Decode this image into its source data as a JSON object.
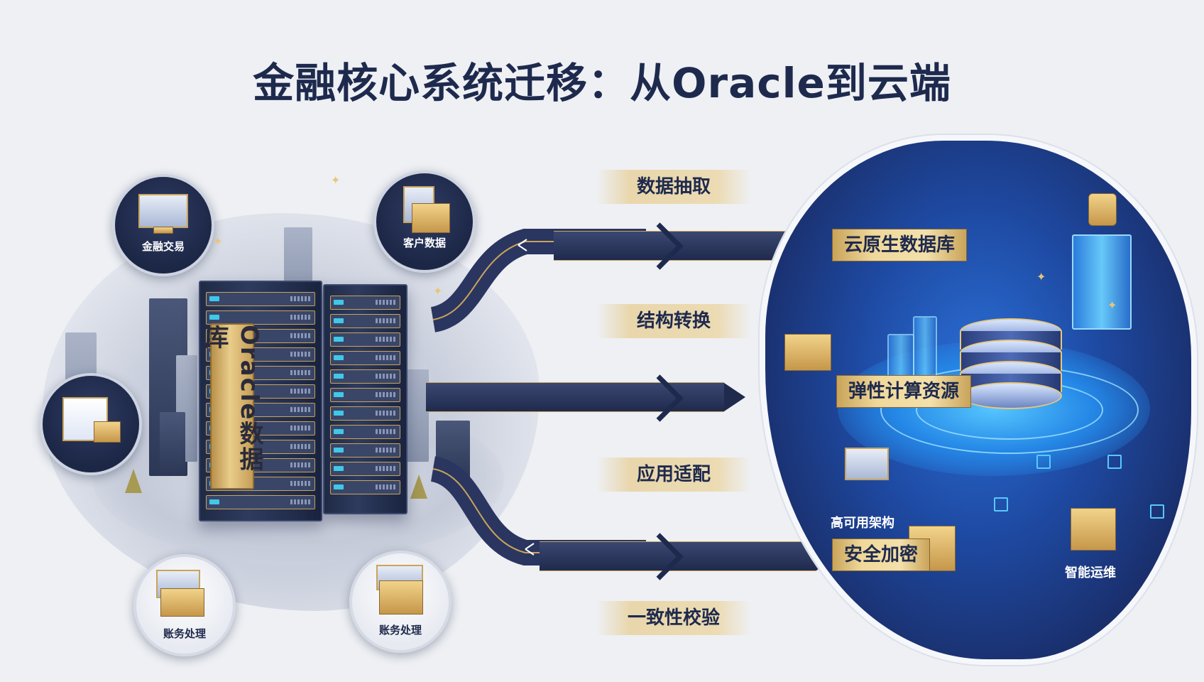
{
  "title": "金融核心系统迁移：从Oracle到云端",
  "source": {
    "database_label": "Oracle数据库",
    "bubbles": [
      {
        "label": "金融交易",
        "icon": "monitor-icon"
      },
      {
        "label": "客户数据",
        "icon": "data-box-icon"
      },
      {
        "label": "",
        "icon": "document-stack-icon"
      },
      {
        "label": "账务处理",
        "icon": "ledger-icon"
      },
      {
        "label": "账务处理",
        "icon": "ledger-box-icon"
      }
    ]
  },
  "stages": [
    {
      "label": "数据抽取"
    },
    {
      "label": "结构转换"
    },
    {
      "label": "应用适配"
    },
    {
      "label": "一致性校验"
    }
  ],
  "target": {
    "primary_labels": [
      "云原生数据库",
      "弹性计算资源",
      "安全加密"
    ],
    "secondary_labels": [
      "高可用架构",
      "智能运维"
    ]
  },
  "colors": {
    "navy": "#1e2a4d",
    "gold": "#c9a45a",
    "cloud_blue": "#1e4aa3",
    "glow_blue": "#56c6ff",
    "background": "#eef0f4"
  }
}
